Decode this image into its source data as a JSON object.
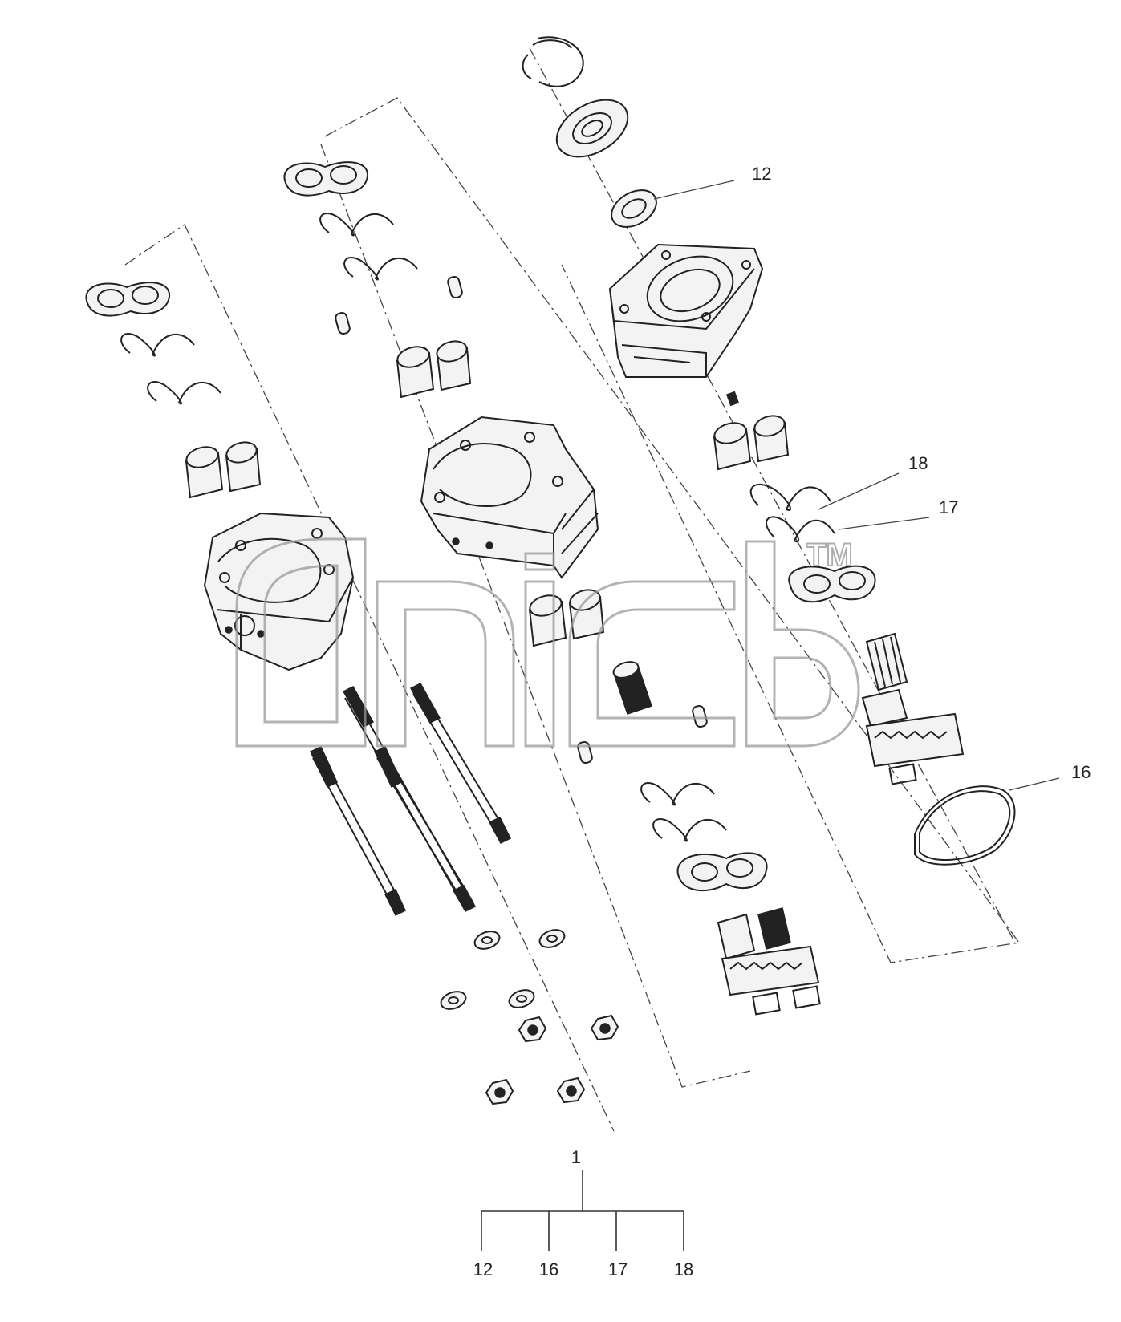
{
  "callouts": {
    "c12": "12",
    "c18": "18",
    "c17": "17",
    "c16": "16"
  },
  "assembly_tree": {
    "root": "1",
    "children": [
      "12",
      "16",
      "17",
      "18"
    ]
  },
  "watermark": {
    "trademark": "TM"
  },
  "colors": {
    "line": "#222222",
    "watermark": "#9a9a9a",
    "background": "#ffffff"
  }
}
